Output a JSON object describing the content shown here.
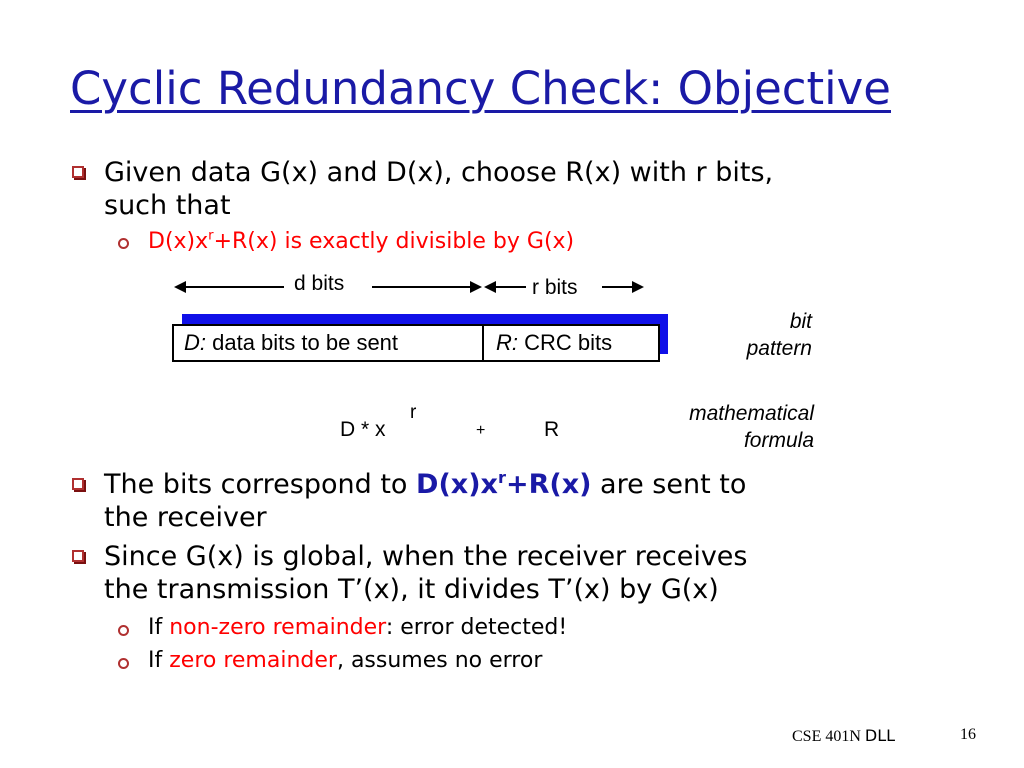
{
  "title": "Cyclic Redundancy Check: Objective",
  "bullet1": {
    "line1": "Given data G(x) and D(x), choose R(x) with r bits,",
    "line2": "such that"
  },
  "sub1": {
    "pre": "D(x)x",
    "sup": "r",
    "post": "+R(x) is exactly divisible by G(x)"
  },
  "diagram": {
    "d_bits": "d bits",
    "r_bits": "r bits",
    "box_d_label": "D:",
    "box_d_text": "data bits to be sent",
    "box_r_label": "R:",
    "box_r_text": "CRC bits",
    "side1_line1": "bit",
    "side1_line2": "pattern",
    "formula_d": "D * x",
    "formula_sup": "r",
    "formula_plus": "+",
    "formula_r": "R",
    "side2_line1": "mathematical",
    "side2_line2": "formula"
  },
  "bullet2": {
    "pre": "The bits correspond to ",
    "bold_pre": "D(x)x",
    "bold_sup": "r",
    "bold_post": "+R(x)",
    "post": " are sent to",
    "line2": "the receiver"
  },
  "bullet3": {
    "line1": "Since G(x) is global, when the receiver receives",
    "line2": "the transmission T’(x), it divides T’(x) by G(x)"
  },
  "sub2": {
    "pre": "If ",
    "red": "non-zero remainder",
    "post": ": error detected!"
  },
  "sub3": {
    "pre": "If ",
    "red": "zero remainder",
    "post": ", assumes no error"
  },
  "footer": {
    "course": "CSE 401N",
    "topic": "DLL",
    "page": "16"
  }
}
